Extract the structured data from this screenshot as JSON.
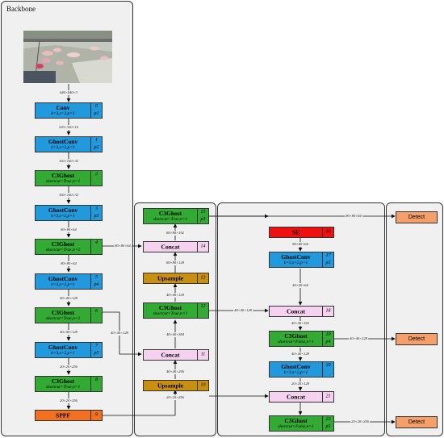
{
  "backbone": {
    "title": "Backbone"
  },
  "blocks": {
    "conv": {
      "label": "Conv",
      "sub": "k=3,s=2,p=1",
      "idx": "0",
      "p": "p1"
    },
    "ghostconv1": {
      "label": "GhostConv",
      "sub": "k=3,s=2,p=1",
      "idx": "1",
      "p": "p2"
    },
    "c3ghost2": {
      "label": "C3Ghost",
      "sub": "shortcut=True,n=1",
      "idx": "2"
    },
    "ghostconv3": {
      "label": "GhostConv",
      "sub": "k=3,s=2,p=1",
      "idx": "3",
      "p": "p3"
    },
    "c3ghost4": {
      "label": "C3Ghost",
      "sub": "shortcut=True,n=2",
      "idx": "4"
    },
    "ghostconv5": {
      "label": "GhostConv",
      "sub": "k=3,s=2,p=1",
      "idx": "5",
      "p": "p4"
    },
    "c3ghost6": {
      "label": "C3Ghost",
      "sub": "shortcut=True,n=2",
      "idx": "6"
    },
    "ghostconv7": {
      "label": "GhostConv",
      "sub": "k=3,s=2,p=1",
      "idx": "7",
      "p": "p5"
    },
    "c3ghost8": {
      "label": "C3Ghost",
      "sub": "shortcut=True,n=1",
      "idx": "8"
    },
    "sppf9": {
      "label": "SPPF",
      "idx": "9"
    },
    "upsample10": {
      "label": "Upsample",
      "idx": "10"
    },
    "concat11": {
      "label": "Concat",
      "idx": "11"
    },
    "c3ghost12": {
      "label": "C3Ghost",
      "sub": "shortcut=True,n=1",
      "idx": "12"
    },
    "upsample13": {
      "label": "Upsample",
      "idx": "13"
    },
    "concat14": {
      "label": "Concat",
      "idx": "14"
    },
    "c3ghost15": {
      "label": "C3Ghost",
      "sub": "shortcut=True,n=1",
      "idx": "15",
      "p": "p3"
    },
    "se16": {
      "label": "SE",
      "idx": "16"
    },
    "ghostconv17": {
      "label": "GhostConv",
      "sub": "k=3,s=2,p=1",
      "idx": "17",
      "p": "p3"
    },
    "concat18": {
      "label": "Concat",
      "idx": "18"
    },
    "c3ghost19": {
      "label": "C3Ghost",
      "sub": "shortcut=False,n=1",
      "idx": "19",
      "p": "p4"
    },
    "ghostconv20": {
      "label": "GhostConv",
      "sub": "k=3,s=2,p=1",
      "idx": "20"
    },
    "concat21": {
      "label": "Concat",
      "idx": "21"
    },
    "c3ghost22": {
      "label": "C3Ghost",
      "sub": "shortcut=False,n=1",
      "idx": "22",
      "p": "p5"
    }
  },
  "detect": {
    "label": "Detect"
  },
  "dims": {
    "input": "640×640×3",
    "d0": "320×320×16",
    "d1": "160×160×32",
    "d2": "160×160×32",
    "d3": "80×80×64",
    "d4": "80×80×64",
    "d5": "40×40×128",
    "d6": "40×40×128",
    "d7": "20×20×256",
    "d8": "20×20×256",
    "d9": "20×20×256",
    "skip6": "40×40×128",
    "skip4": "80×80×64",
    "d10": "40×40×256",
    "d11": "40×40×384",
    "d12": "40×40×128",
    "d13": "80×80×128",
    "d14": "80×80×192",
    "d15": "80×80×64",
    "d16": "80×80×64",
    "d17": "40×40×64",
    "d12b": "40×40×128",
    "d18": "40×40×192",
    "d19": "40×40×128",
    "d19b": "40×40×128",
    "d20": "20×20×128",
    "d22": "20×20×256"
  },
  "colors": {
    "conv": "#2299dd",
    "c3ghost": "#33aa33",
    "concat": "#f5d2f0",
    "upsample": "#c88f10",
    "se": "#ee1111",
    "sppf": "#f37021",
    "detect": "#f5a06a"
  }
}
